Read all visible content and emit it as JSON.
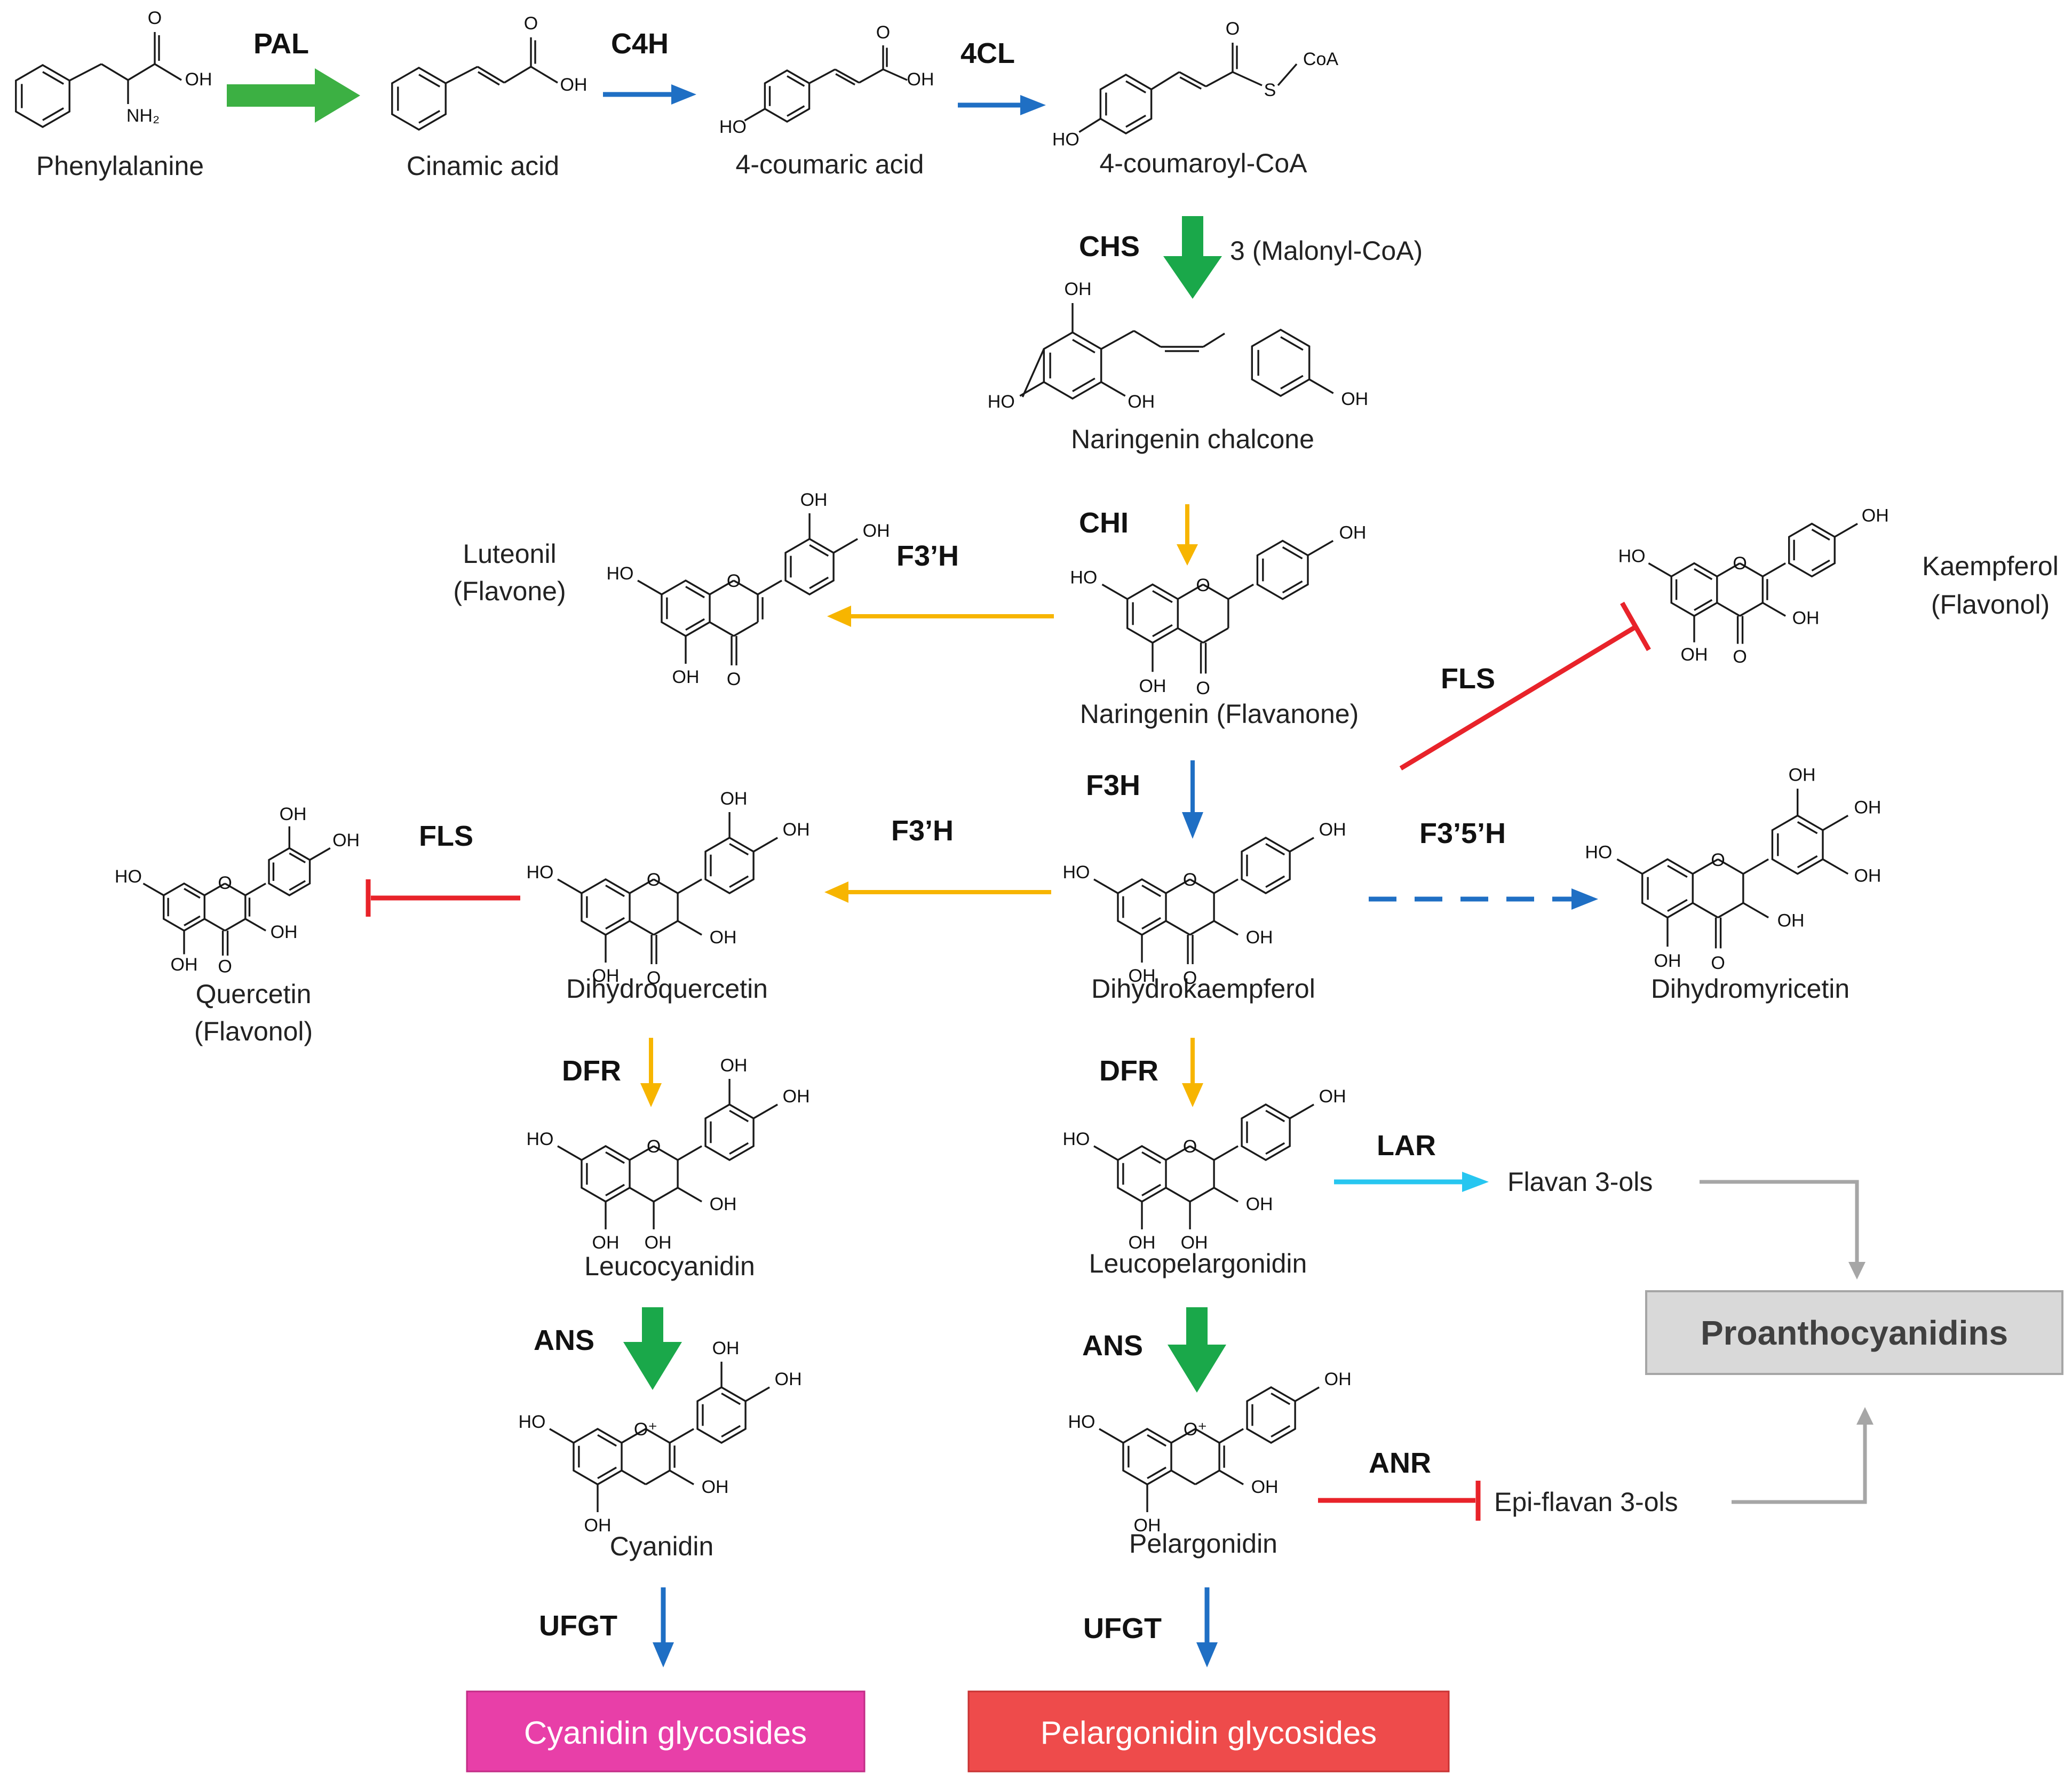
{
  "colors": {
    "green": "#3cb043",
    "green_dark": "#1aa84a",
    "blue": "#1f6fc4",
    "orange": "#f7b500",
    "red": "#e8232a",
    "cyan": "#27c6f0",
    "gray": "#a6a6a6",
    "pink": "#e83fa8",
    "salmon": "#ee4b4b"
  },
  "compounds": {
    "phenylalanine": "Phenylalanine",
    "cinamic_acid": "Cinamic acid",
    "coumaric_acid": "4-coumaric acid",
    "coumaroyl_coa": "4-coumaroyl-CoA",
    "naringenin_chalcone": "Naringenin chalcone",
    "luteonil": "Luteonil",
    "luteonil_class": "(Flavone)",
    "naringenin": "Naringenin (Flavanone)",
    "kaempferol": "Kaempferol",
    "kaempferol_class": "(Flavonol)",
    "quercetin": "Quercetin",
    "quercetin_class": "(Flavonol)",
    "dihydroquercetin": "Dihydroquercetin",
    "dihydrokaempferol": "Dihydrokaempferol",
    "dihydromyricetin": "Dihydromyricetin",
    "leucocyanidin": "Leucocyanidin",
    "leucopelargonidin": "Leucopelargonidin",
    "flavan3ols": "Flavan 3-ols",
    "epiflavan3ols": "Epi-flavan 3-ols",
    "cyanidin": "Cyanidin",
    "pelargonidin": "Pelargonidin",
    "proanthocyanidins": "Proanthocyanidins",
    "cyanidin_glycosides": "Cyanidin glycosides",
    "pelargonidin_glycosides": "Pelargonidin glycosides"
  },
  "enzymes": {
    "pal": "PAL",
    "c4h": "C4H",
    "cl4": "4CL",
    "chs": "CHS",
    "malonyl": "3 (Malonyl-CoA)",
    "chi": "CHI",
    "f3ph_flavone": "F3’H",
    "fls_kaempferol": "FLS",
    "f3h": "F3H",
    "f3ph": "F3’H",
    "fls_quercetin": "FLS",
    "f35h": "F3’5’H",
    "dfr_left": "DFR",
    "dfr_right": "DFR",
    "lar": "LAR",
    "ans_left": "ANS",
    "ans_right": "ANS",
    "anr": "ANR",
    "ufgt_left": "UFGT",
    "ufgt_right": "UFGT"
  },
  "chem_labels": {
    "oh": "OH",
    "ho": "HO",
    "nh2": "NH₂",
    "o": "O",
    "o_plus": "O⁺",
    "s": "S",
    "coa": "CoA"
  }
}
